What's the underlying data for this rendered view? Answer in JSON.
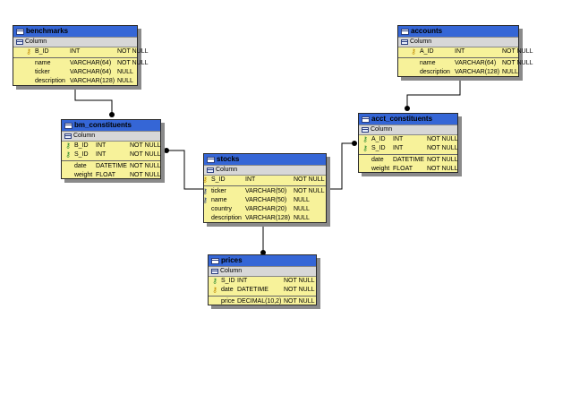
{
  "column_header": "Column",
  "entities": {
    "benchmarks": {
      "name": "benchmarks",
      "pk": [
        {
          "name": "B_ID",
          "type": "INT",
          "null": "NOT NULL",
          "icon": "key-icon"
        }
      ],
      "cols": [
        {
          "name": "name",
          "type": "VARCHAR(64)",
          "null": "NOT NULL"
        },
        {
          "name": "ticker",
          "type": "VARCHAR(64)",
          "null": "NULL"
        },
        {
          "name": "description",
          "type": "VARCHAR(128)",
          "null": "NULL"
        }
      ]
    },
    "accounts": {
      "name": "accounts",
      "pk": [
        {
          "name": "A_ID",
          "type": "INT",
          "null": "NOT NULL",
          "icon": "key-icon"
        }
      ],
      "cols": [
        {
          "name": "name",
          "type": "VARCHAR(64)",
          "null": "NOT NULL"
        },
        {
          "name": "description",
          "type": "VARCHAR(128)",
          "null": "NULL"
        }
      ]
    },
    "bm_constituents": {
      "name": "bm_constituents",
      "pk": [
        {
          "name": "B_ID",
          "type": "INT",
          "null": "NOT NULL",
          "icon": "foreign-key-icon"
        },
        {
          "name": "S_ID",
          "type": "INT",
          "null": "NOT NULL",
          "icon": "foreign-key-icon"
        }
      ],
      "cols": [
        {
          "name": "date",
          "type": "DATETIME",
          "null": "NOT NULL"
        },
        {
          "name": "weight",
          "type": "FLOAT",
          "null": "NOT NULL"
        }
      ]
    },
    "acct_constituents": {
      "name": "acct_constituents",
      "pk": [
        {
          "name": "A_ID",
          "type": "INT",
          "null": "NOT NULL",
          "icon": "foreign-key-icon"
        },
        {
          "name": "S_ID",
          "type": "INT",
          "null": "NOT NULL",
          "icon": "foreign-key-icon"
        }
      ],
      "cols": [
        {
          "name": "date",
          "type": "DATETIME",
          "null": "NOT NULL"
        },
        {
          "name": "weight",
          "type": "FLOAT",
          "null": "NOT NULL"
        }
      ]
    },
    "stocks": {
      "name": "stocks",
      "pk": [
        {
          "name": "S_ID",
          "type": "INT",
          "null": "NOT NULL",
          "icon": "key-icon"
        }
      ],
      "cols": [
        {
          "name": "ticker",
          "type": "VARCHAR(50)",
          "null": "NOT NULL",
          "icon": "index-icon"
        },
        {
          "name": "name",
          "type": "VARCHAR(50)",
          "null": "NULL",
          "icon": "index-icon"
        },
        {
          "name": "country",
          "type": "VARCHAR(20)",
          "null": "NULL"
        },
        {
          "name": "description",
          "type": "VARCHAR(128)",
          "null": "NULL"
        }
      ]
    },
    "prices": {
      "name": "prices",
      "pk": [
        {
          "name": "S_ID",
          "type": "INT",
          "null": "NOT NULL",
          "icon": "foreign-key-icon"
        },
        {
          "name": "date",
          "type": "DATETIME",
          "null": "NOT NULL",
          "icon": "key-icon"
        }
      ],
      "cols": [
        {
          "name": "price",
          "type": "DECIMAL(10,2)",
          "null": "NOT NULL"
        }
      ]
    }
  },
  "relationships": [
    {
      "from": "benchmarks",
      "to": "bm_constituents"
    },
    {
      "from": "accounts",
      "to": "acct_constituents"
    },
    {
      "from": "stocks",
      "to": "bm_constituents"
    },
    {
      "from": "stocks",
      "to": "acct_constituents"
    },
    {
      "from": "stocks",
      "to": "prices"
    }
  ],
  "colors": {
    "header": "#3566d6",
    "body": "#f7f29a",
    "column_bar": "#d7d7d7",
    "shadow": "#8a8a8a",
    "line": "#000000"
  }
}
